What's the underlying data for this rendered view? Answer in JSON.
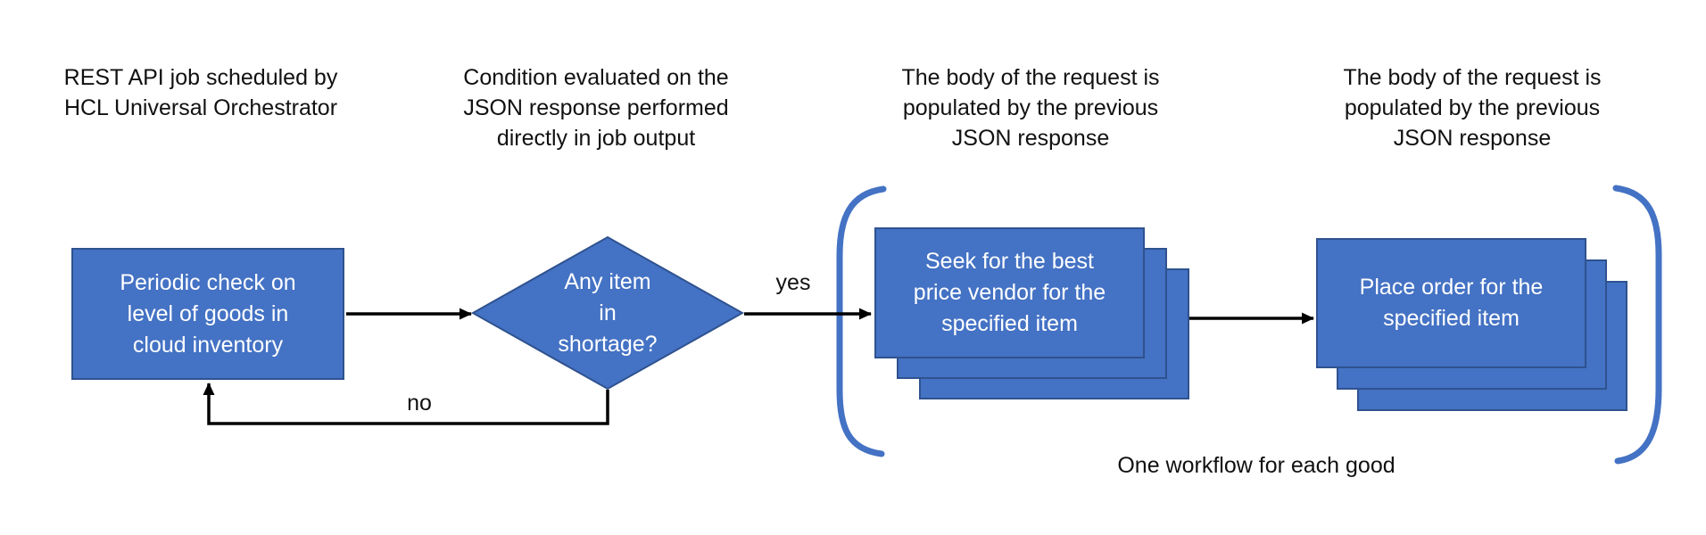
{
  "colors": {
    "shape_fill": "#4472C4",
    "shape_border": "#2F528F",
    "bracket": "#4472C4",
    "arrow": "#000000",
    "shape_text": "#FFFFFF",
    "annotation_text": "#111111",
    "background": "#FFFFFF"
  },
  "annotations": [
    {
      "lines": [
        "REST API job scheduled by",
        "HCL Universal Orchestrator"
      ]
    },
    {
      "lines": [
        "Condition evaluated on the",
        "JSON response performed",
        "directly in job output"
      ]
    },
    {
      "lines": [
        "The body of the request is",
        "populated by the previous",
        "JSON response"
      ]
    },
    {
      "lines": [
        "The body of the request is",
        "populated by the previous",
        "JSON response"
      ]
    }
  ],
  "nodes": {
    "periodic_check": {
      "lines": [
        "Periodic check on",
        "level of goods in",
        "cloud inventory"
      ]
    },
    "decision": {
      "lines": [
        "Any item",
        "in",
        "shortage?"
      ]
    },
    "seek_vendor": {
      "lines": [
        "Seek for the best",
        "price vendor for the",
        "specified item"
      ]
    },
    "place_order": {
      "lines": [
        "Place order for the",
        "specified item"
      ]
    }
  },
  "edges": {
    "yes_label": "yes",
    "no_label": "no"
  },
  "caption": "One workflow for each good"
}
